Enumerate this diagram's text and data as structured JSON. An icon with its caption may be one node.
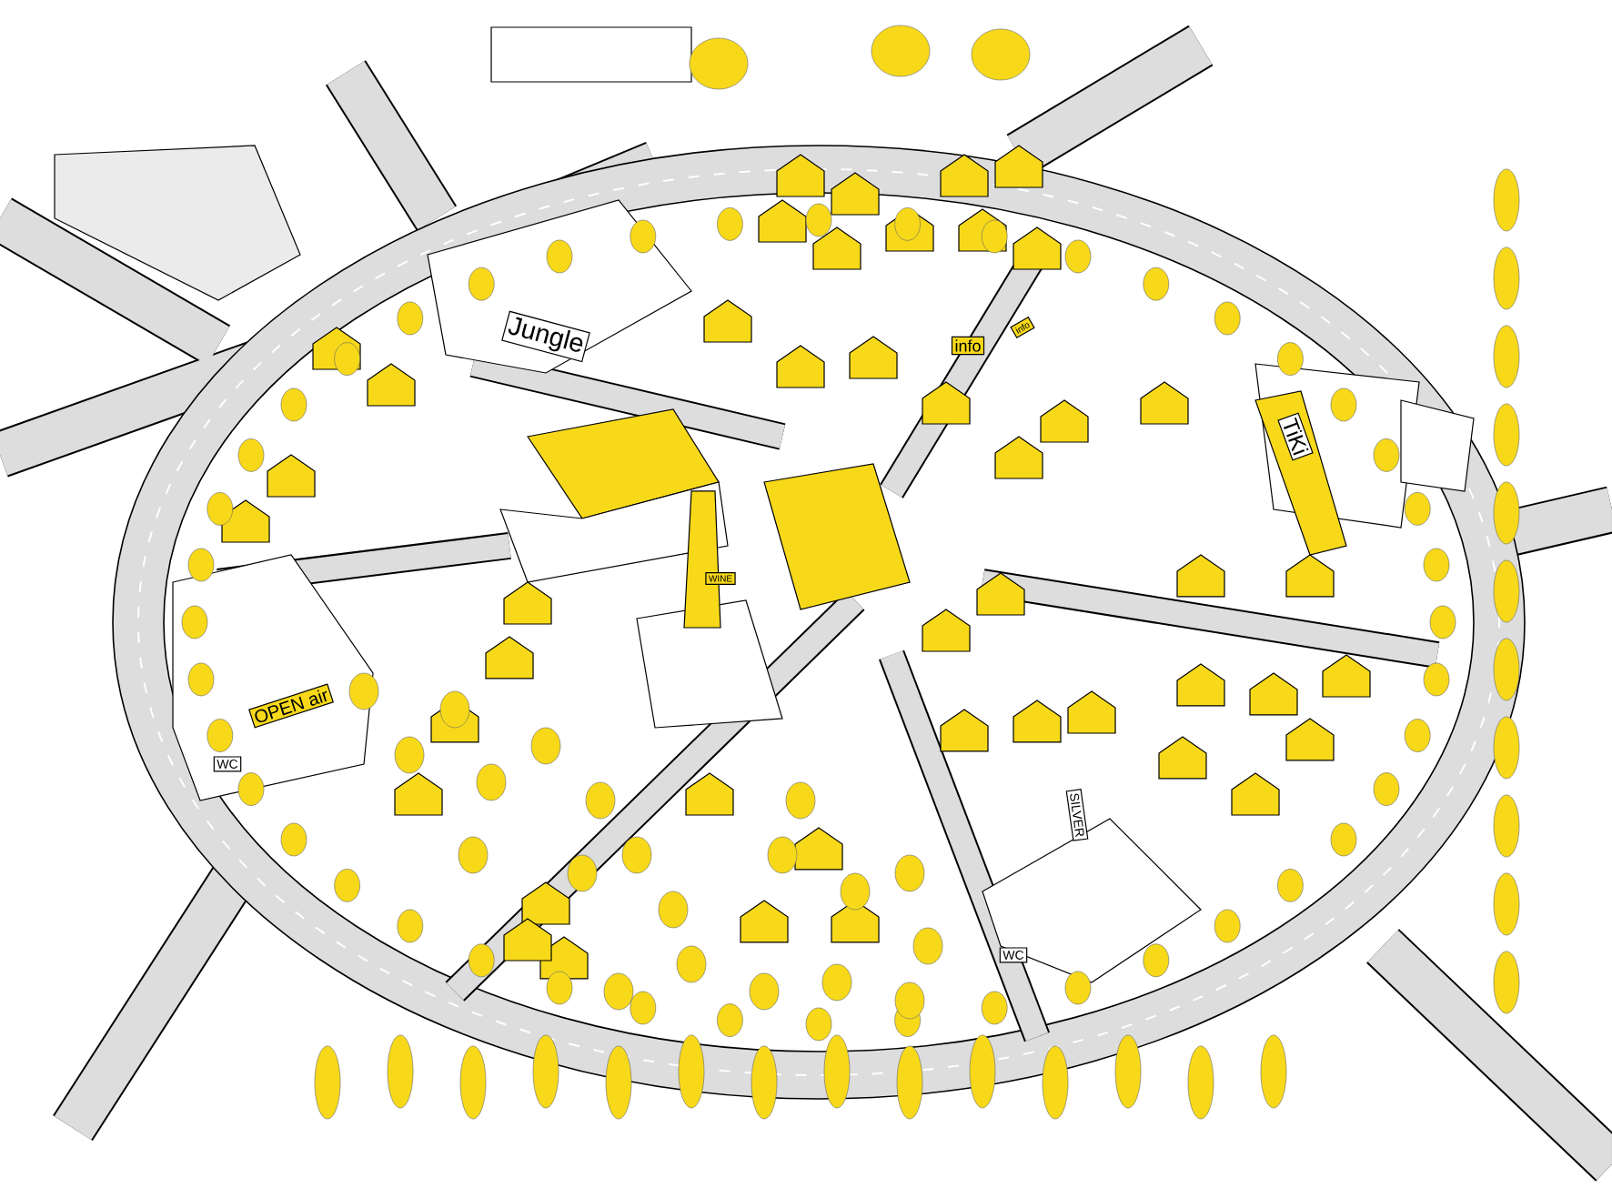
{
  "diagram": {
    "labels": [
      "Jungle",
      "info",
      "info",
      "TiKi",
      "WINE",
      "OPEN air",
      "WC",
      "SILVER",
      "WC"
    ]
  }
}
